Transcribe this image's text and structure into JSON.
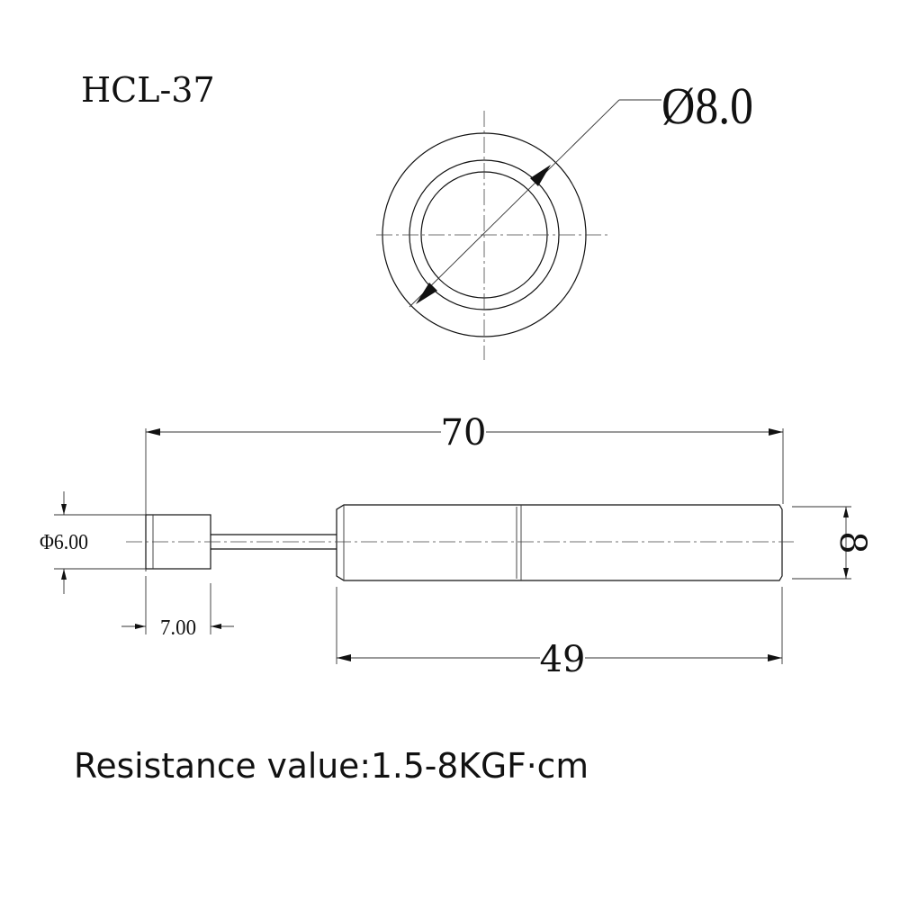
{
  "model": "HCL-37",
  "front_view": {
    "diameter_label": "Ø8.0"
  },
  "side_view": {
    "overall_length_label": "70",
    "cap_diameter_label": "Φ6.00",
    "cap_length_label": "7.00",
    "body_diameter_label": "8",
    "body_length_label": "49"
  },
  "resistance_text": "Resistance value:1.5-8KGF·cm"
}
